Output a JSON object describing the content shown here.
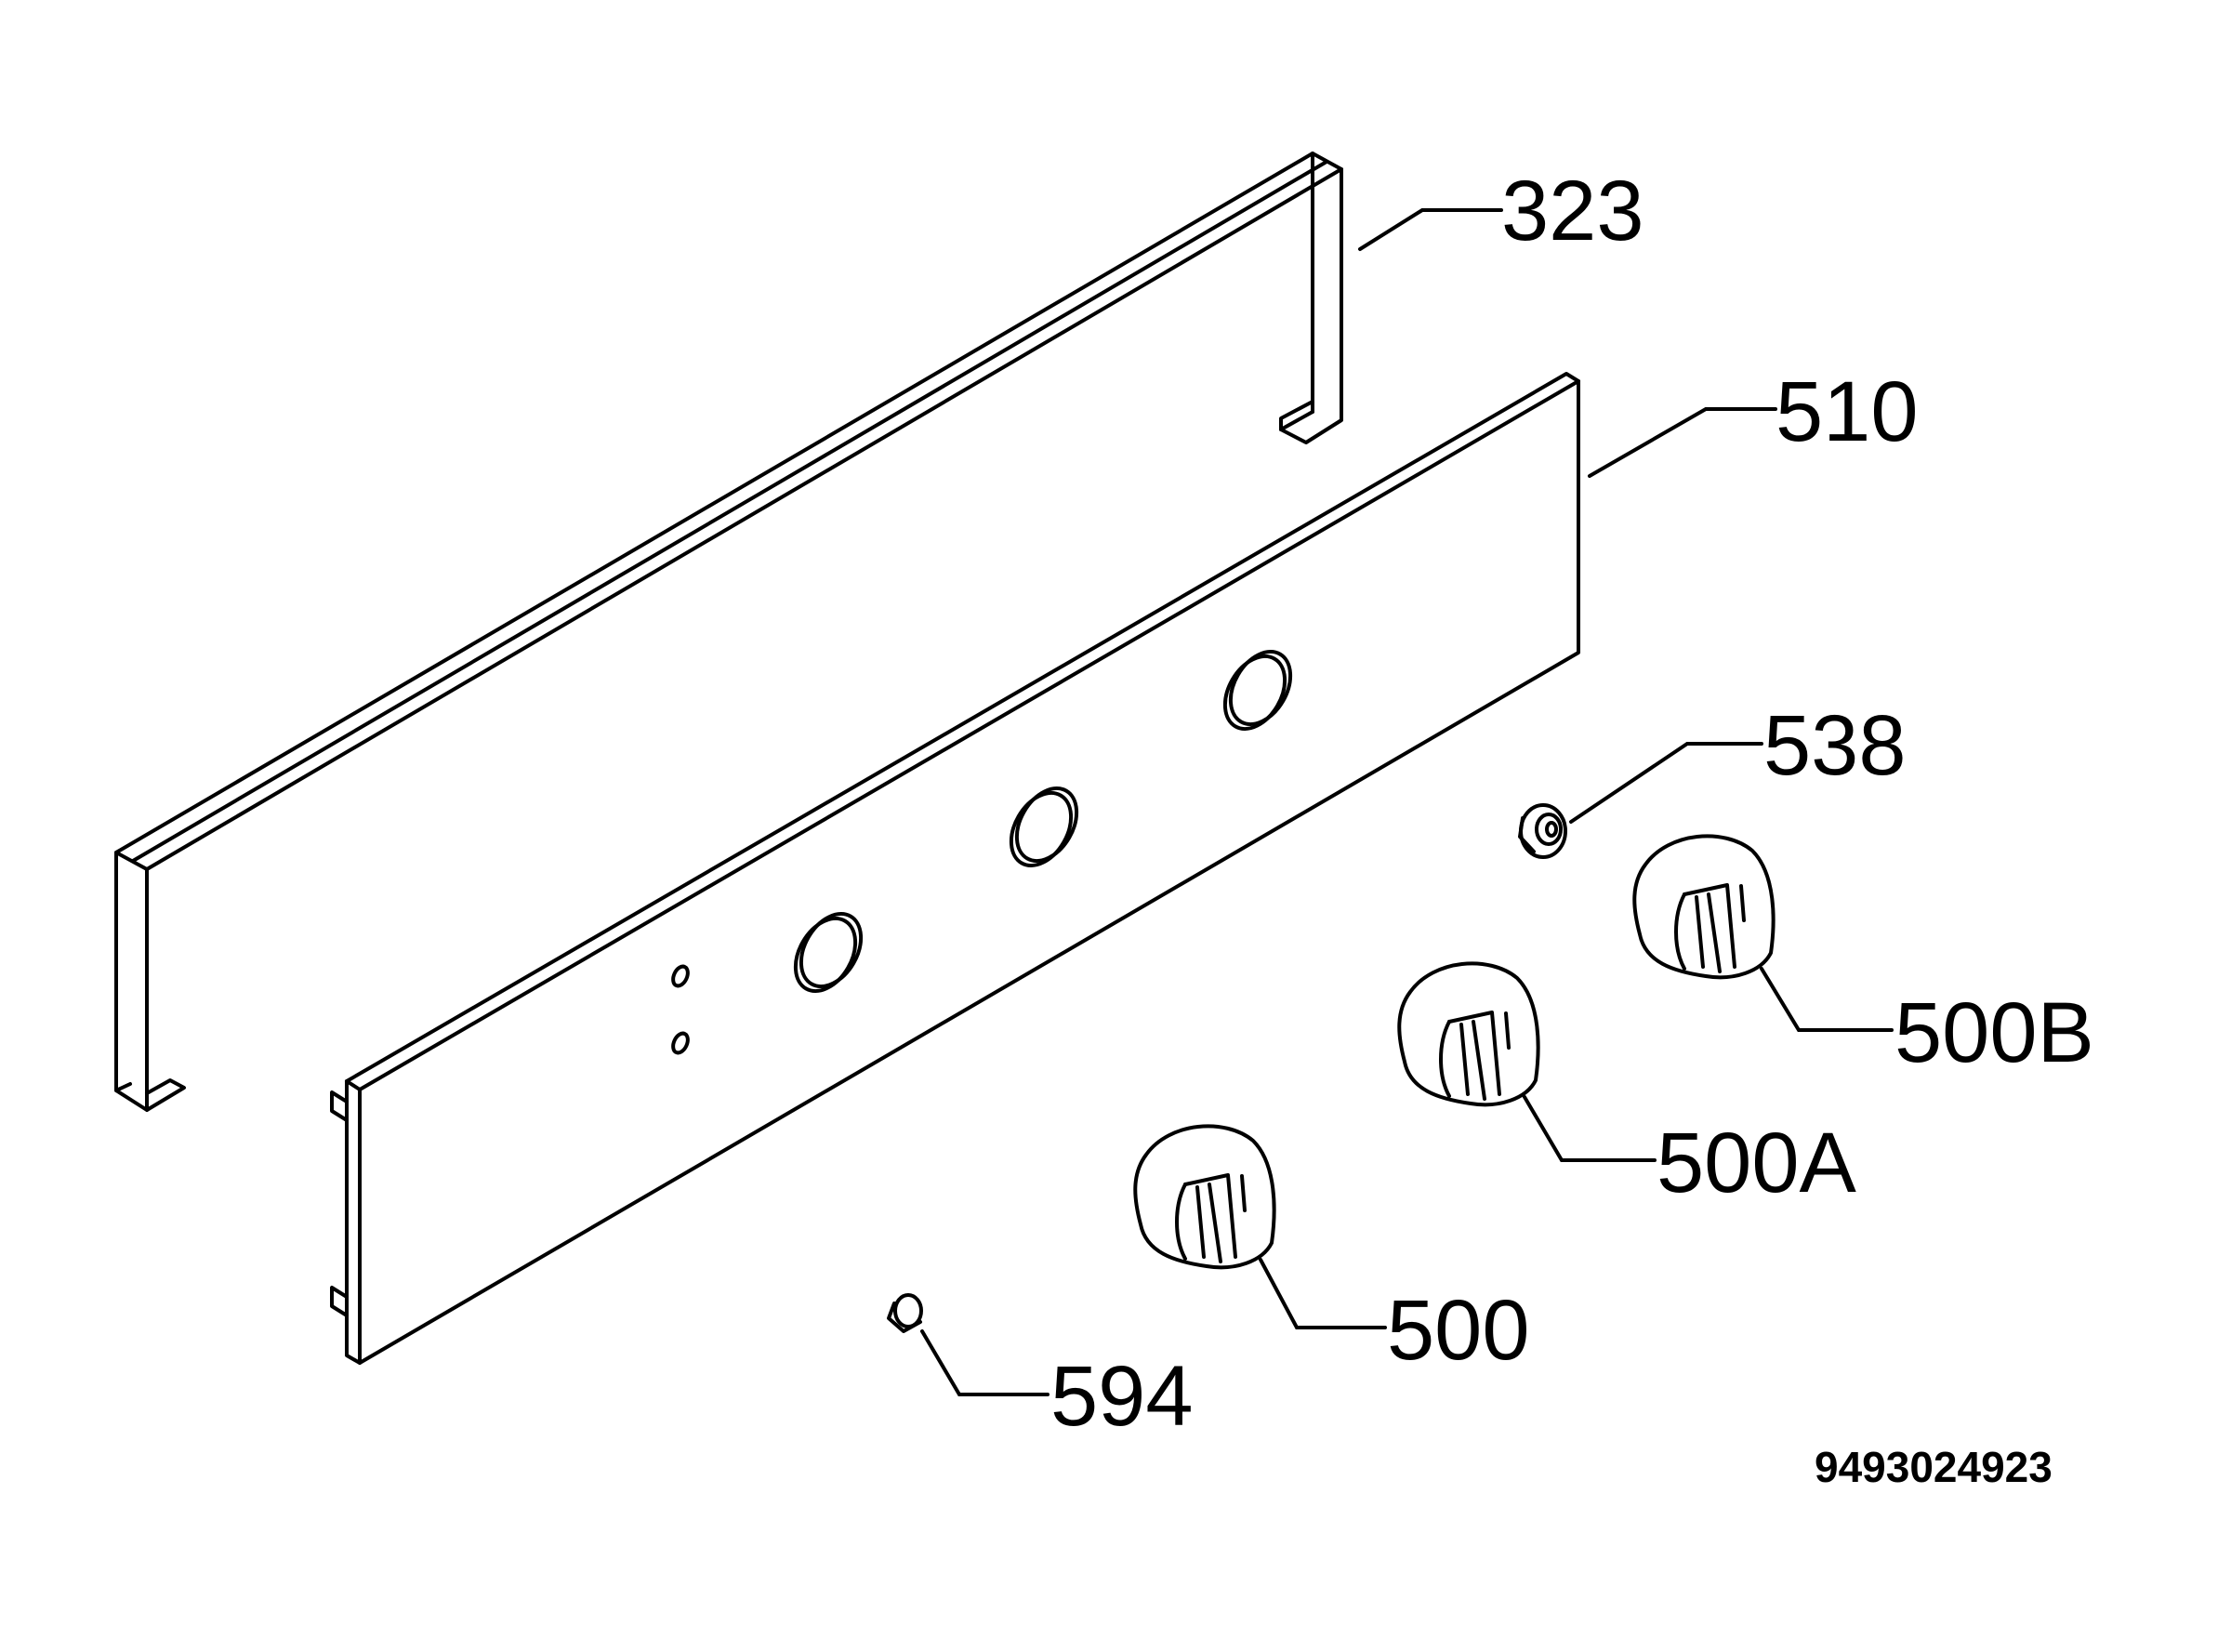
{
  "diagram": {
    "callouts": {
      "p323": "323",
      "p510": "510",
      "p538": "538",
      "p500B": "500B",
      "p500A": "500A",
      "p500": "500",
      "p594": "594"
    },
    "document_number": "9493024923"
  }
}
